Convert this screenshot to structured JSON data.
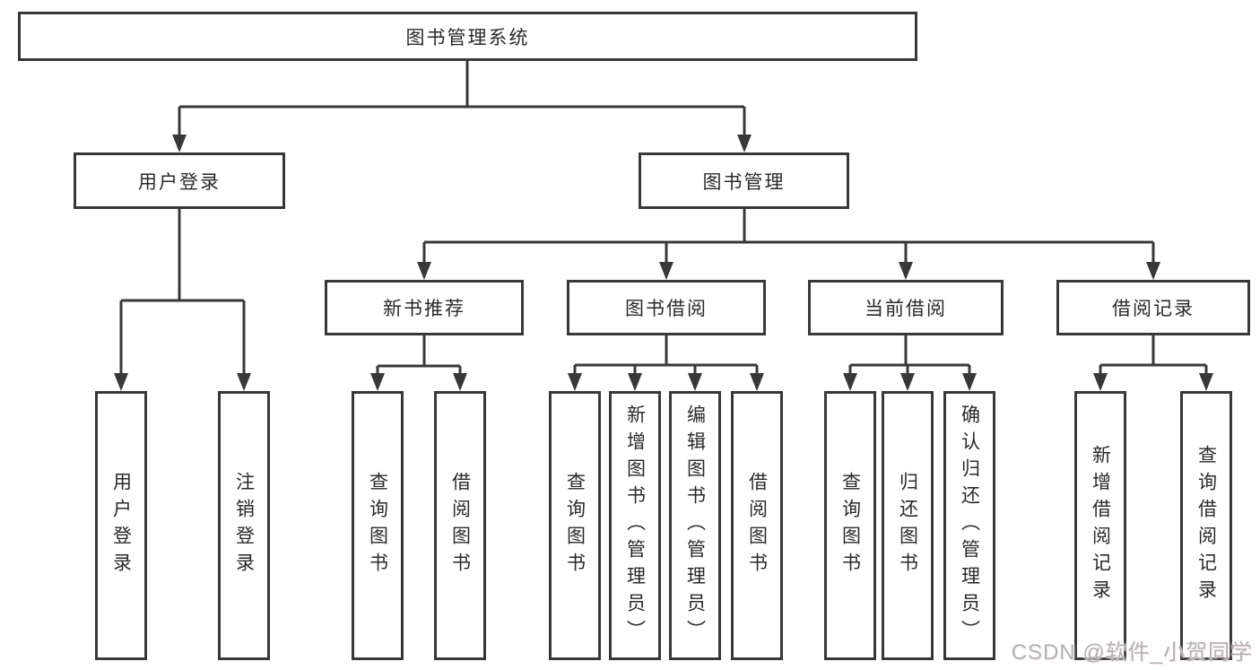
{
  "diagram": {
    "nodes": {
      "root": "图书管理系统",
      "user_login": "用户登录",
      "book_management": "图书管理",
      "new_book_recommend": "新书推荐",
      "book_borrowing": "图书借阅",
      "current_borrowing": "当前借阅",
      "borrowing_records": "借阅记录",
      "leaf_user_login": "用户登录",
      "leaf_logout": "注销登录",
      "leaf_recommend_query_books": "查询图书",
      "leaf_recommend_borrow_books": "借阅图书",
      "leaf_borrowing_query_books": "查询图书",
      "leaf_borrowing_add_books": "新增图书（管理员）",
      "leaf_borrowing_edit_books": "编辑图书（管理员）",
      "leaf_borrowing_borrow_books": "借阅图书",
      "leaf_current_query_books": "查询图书",
      "leaf_current_return_books": "归还图书",
      "leaf_current_confirm_return": "确认归还（管理员）",
      "leaf_records_add_record": "新增借阅记录",
      "leaf_records_query_record": "查询借阅记录"
    },
    "colors": {
      "line": "#383838",
      "box_border": "#383838",
      "box_background": "#ffffff",
      "text": "#2a2a2a"
    }
  },
  "watermark": {
    "text": "CSDN @软件_小贺同学",
    "color": "#b2b2b2"
  }
}
